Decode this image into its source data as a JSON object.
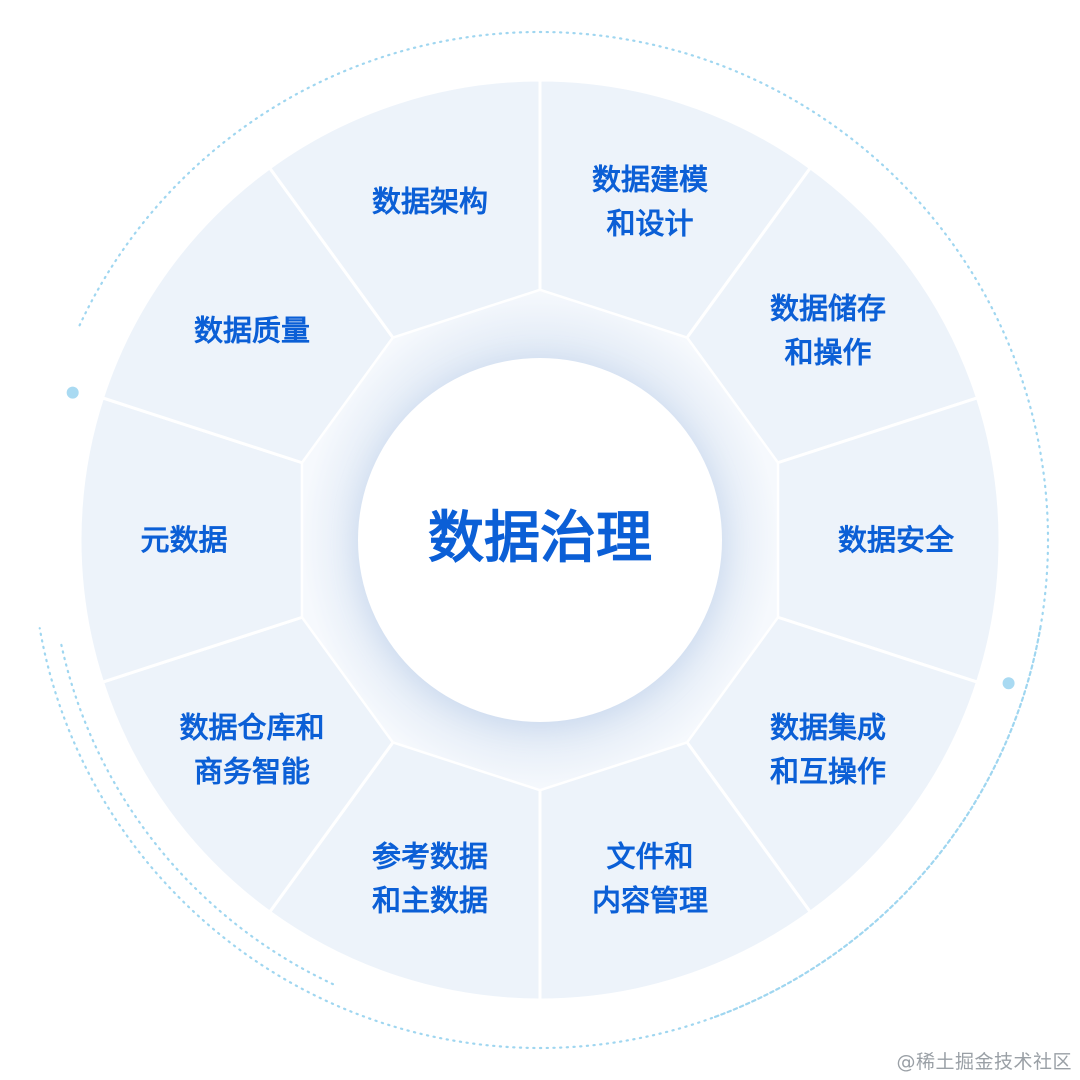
{
  "diagram": {
    "center": {
      "label": "数据治理"
    },
    "segments": [
      {
        "id": "data-modeling-and-design",
        "lines": [
          "数据建模",
          "和设计"
        ]
      },
      {
        "id": "data-storage-and-operations",
        "lines": [
          "数据储存",
          "和操作"
        ]
      },
      {
        "id": "data-security",
        "lines": [
          "数据安全"
        ]
      },
      {
        "id": "data-integration-and-interoperability",
        "lines": [
          "数据集成",
          "和互操作"
        ]
      },
      {
        "id": "document-and-content-management",
        "lines": [
          "文件和",
          "内容管理"
        ]
      },
      {
        "id": "reference-and-master-data",
        "lines": [
          "参考数据",
          "和主数据"
        ]
      },
      {
        "id": "data-warehousing-and-bi",
        "lines": [
          "数据仓库和",
          "商务智能"
        ]
      },
      {
        "id": "metadata",
        "lines": [
          "元数据"
        ]
      },
      {
        "id": "data-quality",
        "lines": [
          "数据质量"
        ]
      },
      {
        "id": "data-architecture",
        "lines": [
          "数据架构"
        ]
      }
    ]
  },
  "watermark": "@稀土掘金技术社区",
  "colors": {
    "text": "#0b5fd6",
    "segment_fill": "#edf3fa",
    "divider": "#ffffff",
    "inner_ring": "#f0f4fa",
    "center_fill": "#ffffff",
    "dotted_ring": "#9fd6f0",
    "ring_dot": "#a9daf2"
  }
}
